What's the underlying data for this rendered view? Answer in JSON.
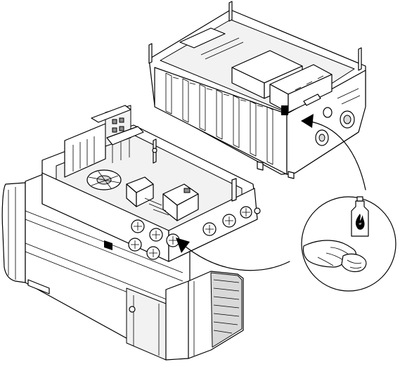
{
  "figure": {
    "background": "#ffffff",
    "line_color": "#000000",
    "shading_color": "#d9d9d9",
    "parts": [
      {
        "id": "drive-unit",
        "icon": "motor-with-terminal-box"
      },
      {
        "id": "electronics-cover",
        "icon": "removed-housing-cover"
      },
      {
        "id": "cleaning-callout",
        "icon": "hand-wiping-with-cloth"
      },
      {
        "id": "solvent-bottle",
        "icon": "flammable-liquid-bottle"
      }
    ],
    "arrows": [
      {
        "id": "arrow-to-cover-seal",
        "direction": "callout-to-cover"
      },
      {
        "id": "arrow-to-terminal-box",
        "direction": "callout-to-terminal-box"
      }
    ]
  }
}
